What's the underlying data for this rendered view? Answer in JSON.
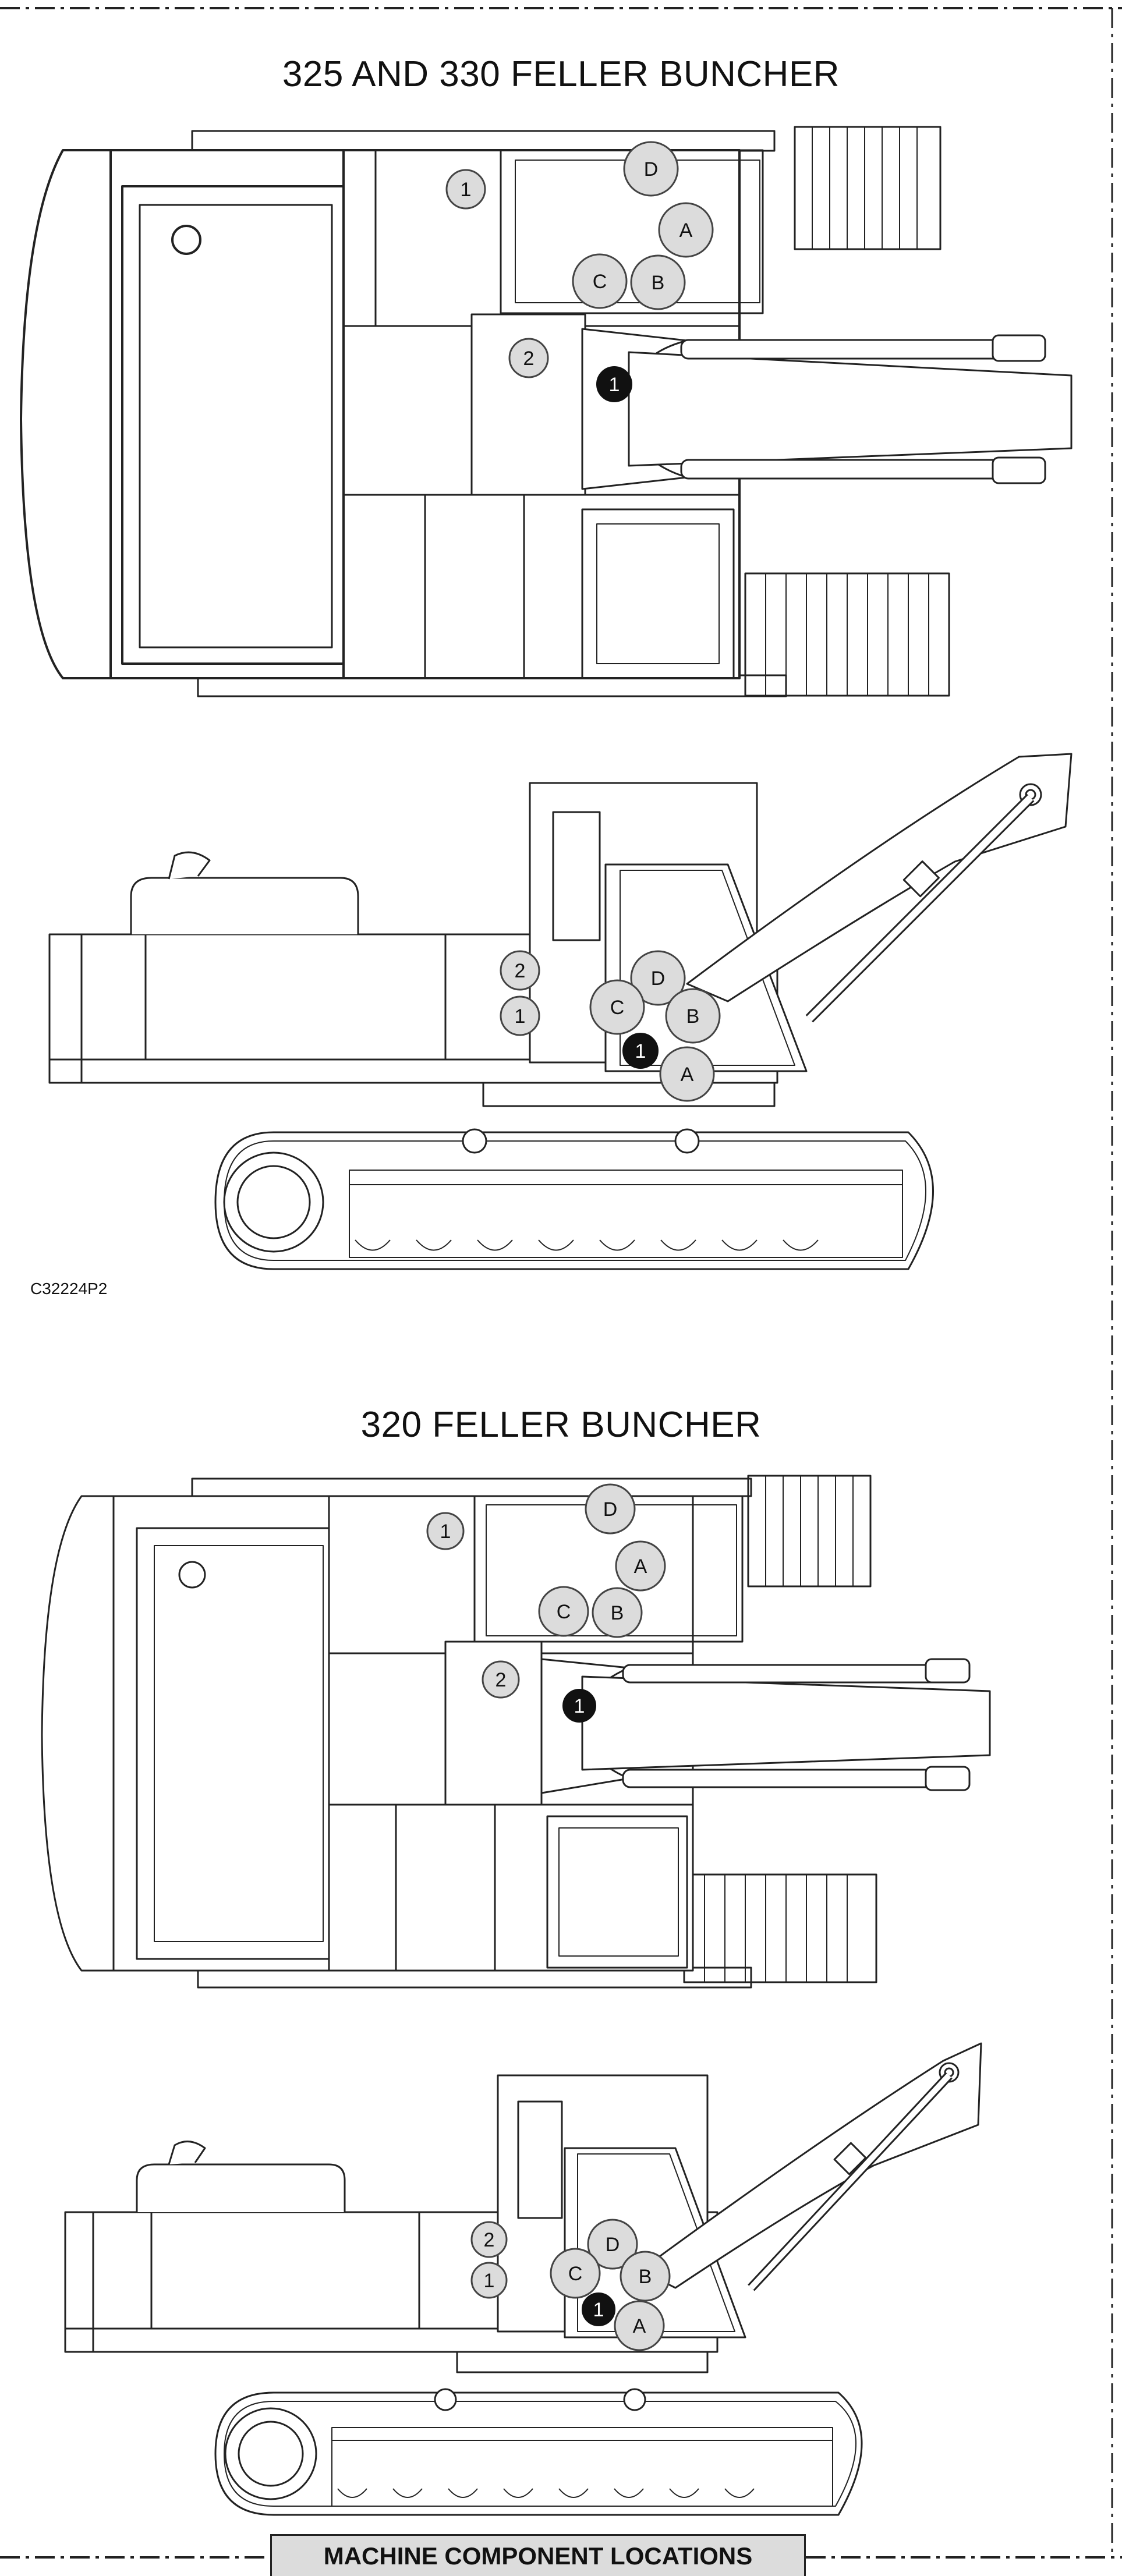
{
  "diagram": {
    "title_top": "325 AND 330 FELLER BUNCHER",
    "title_bottom": "320 FELLER BUNCHER",
    "figure_id": "C32224P2",
    "footer": "MACHINE COMPONENT LOCATIONS",
    "callouts": {
      "one": "1",
      "two": "2",
      "a": "A",
      "b": "B",
      "c": "C",
      "d": "D"
    }
  }
}
